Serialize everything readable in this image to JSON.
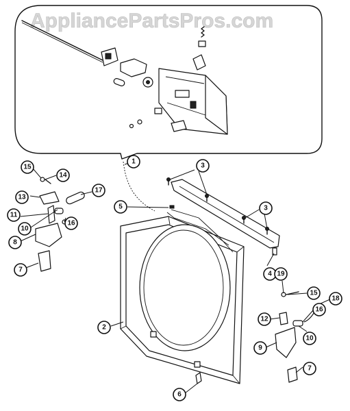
{
  "watermark": "AppliancePartsPros.com",
  "callouts": [
    {
      "id": "c1",
      "label": "1"
    },
    {
      "id": "c2",
      "label": "2"
    },
    {
      "id": "c3a",
      "label": "3"
    },
    {
      "id": "c3b",
      "label": "3"
    },
    {
      "id": "c4",
      "label": "4"
    },
    {
      "id": "c5",
      "label": "5"
    },
    {
      "id": "c6",
      "label": "6"
    },
    {
      "id": "c7a",
      "label": "7"
    },
    {
      "id": "c7b",
      "label": "7"
    },
    {
      "id": "c8",
      "label": "8"
    },
    {
      "id": "c9",
      "label": "9"
    },
    {
      "id": "c10a",
      "label": "10"
    },
    {
      "id": "c10b",
      "label": "10"
    },
    {
      "id": "c11",
      "label": "11"
    },
    {
      "id": "c12",
      "label": "12"
    },
    {
      "id": "c13",
      "label": "13"
    },
    {
      "id": "c14",
      "label": "14"
    },
    {
      "id": "c15a",
      "label": "15"
    },
    {
      "id": "c15b",
      "label": "15"
    },
    {
      "id": "c16a",
      "label": "16"
    },
    {
      "id": "c16b",
      "label": "16"
    },
    {
      "id": "c17",
      "label": "17"
    },
    {
      "id": "c18",
      "label": "18"
    },
    {
      "id": "c19",
      "label": "19"
    }
  ]
}
